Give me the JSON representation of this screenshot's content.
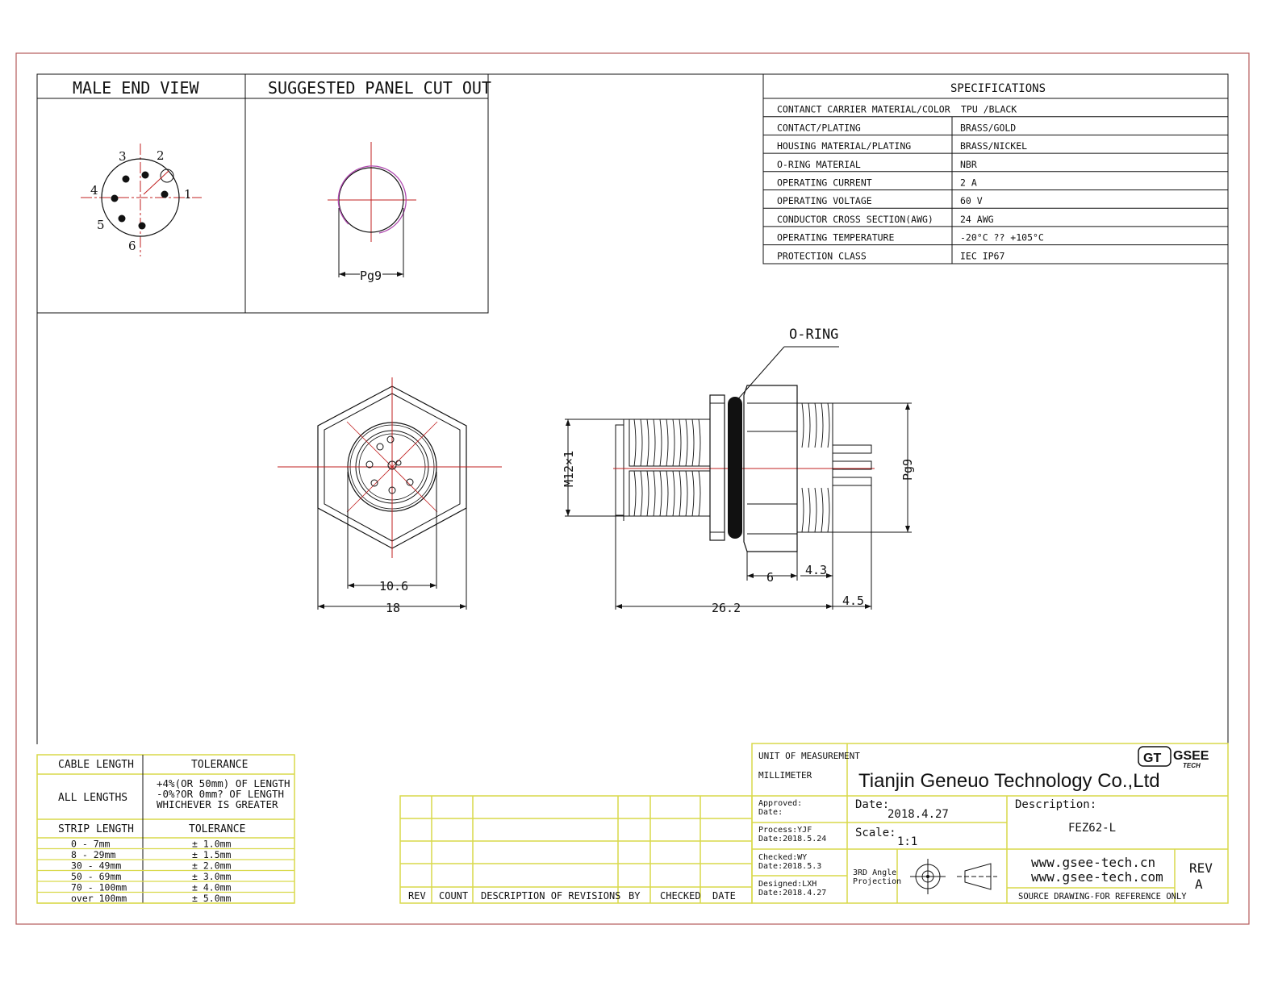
{
  "panels": {
    "male_end_view": "MALE END VIEW",
    "panel_cut_out": "SUGGESTED PANEL CUT OUT",
    "cut_out_dim": "Pg9"
  },
  "pin_labels": [
    "1",
    "2",
    "3",
    "4",
    "5",
    "6"
  ],
  "specifications": {
    "title": "SPECIFICATIONS",
    "rows": [
      {
        "label": "CONTANCT CARRIER MATERIAL/COLOR",
        "value": "TPU /BLACK"
      },
      {
        "label": "CONTACT/PLATING",
        "value": "BRASS/GOLD"
      },
      {
        "label": "HOUSING MATERIAL/PLATING",
        "value": "BRASS/NICKEL"
      },
      {
        "label": "O-RING MATERIAL",
        "value": "NBR"
      },
      {
        "label": "OPERATING CURRENT",
        "value": "2 A"
      },
      {
        "label": "OPERATING VOLTAGE",
        "value": "60 V"
      },
      {
        "label": "CONDUCTOR CROSS SECTION(AWG)",
        "value": "24 AWG"
      },
      {
        "label": "OPERATING TEMPERATURE",
        "value": "-20°C ?? +105°C"
      },
      {
        "label": "PROTECTION CLASS",
        "value": "IEC  IP67"
      }
    ]
  },
  "front_view": {
    "dim_inner": "10.6",
    "dim_outer": "18"
  },
  "side_view": {
    "oring_label": "O-RING",
    "dim_thread": "M12×1",
    "dim_pg": "Pg9",
    "dim_6": "6",
    "dim_43": "4.3",
    "dim_262": "26.2",
    "dim_45": "4.5"
  },
  "tolerance": {
    "h1": "CABLE LENGTH",
    "h2": "TOLERANCE",
    "all_lengths": "ALL LENGTHS",
    "all_lengths_tol": [
      "+4%(OR 50mm) OF LENGTH",
      "-0%?OR 0mm? OF LENGTH",
      "WHICHEVER IS GREATER"
    ],
    "strip_h1": "STRIP LENGTH",
    "strip_h2": "TOLERANCE",
    "strip_rows": [
      {
        "range": "0 - 7mm",
        "tol": "± 1.0mm"
      },
      {
        "range": "8 - 29mm",
        "tol": "± 1.5mm"
      },
      {
        "range": "30 - 49mm",
        "tol": "± 2.0mm"
      },
      {
        "range": "50 - 69mm",
        "tol": "± 3.0mm"
      },
      {
        "range": "70 - 100mm",
        "tol": "± 4.0mm"
      },
      {
        "range": "over 100mm",
        "tol": "± 5.0mm"
      }
    ]
  },
  "revisions": {
    "headers": [
      "REV",
      "COUNT",
      "DESCRIPTION OF REVISIONS",
      "BY",
      "CHECKED",
      "DATE"
    ]
  },
  "title_block": {
    "unit_label": "UNIT OF MEASUREMENT",
    "unit_value": "MILLIMETER",
    "company": "Tianjin Geneuo Technology Co.,Ltd",
    "logo_mark": "GT",
    "logo_name": "GSEE",
    "logo_sub": "TECH",
    "approved": "Approved:",
    "approved_date": "Date:",
    "process": "Process:YJF",
    "process_date": "Date:2018.5.24",
    "checked": "Checked:WY",
    "checked_date": "Date:2018.5.3",
    "designed": "Designed:LXH",
    "designed_date": "Date:2018.4.27",
    "date_label": "Date:",
    "date_value": "2018.4.27",
    "scale_label": "Scale:",
    "scale_value": "1:1",
    "projection_1": "3RD Angle",
    "projection_2": "Projection",
    "desc_label": "Description:",
    "desc_value": "FEZ62-L",
    "web1": "www.gsee-tech.cn",
    "web2": "www.gsee-tech.com",
    "rev_label": "REV",
    "rev_value": "A",
    "source_note": "SOURCE DRAWING-FOR REFERENCE ONLY"
  },
  "colors": {
    "frame": "#b55a5a",
    "line": "#111111",
    "center": "#c02020",
    "yellow": "#d9d94a",
    "purple": "#b04ab0"
  }
}
